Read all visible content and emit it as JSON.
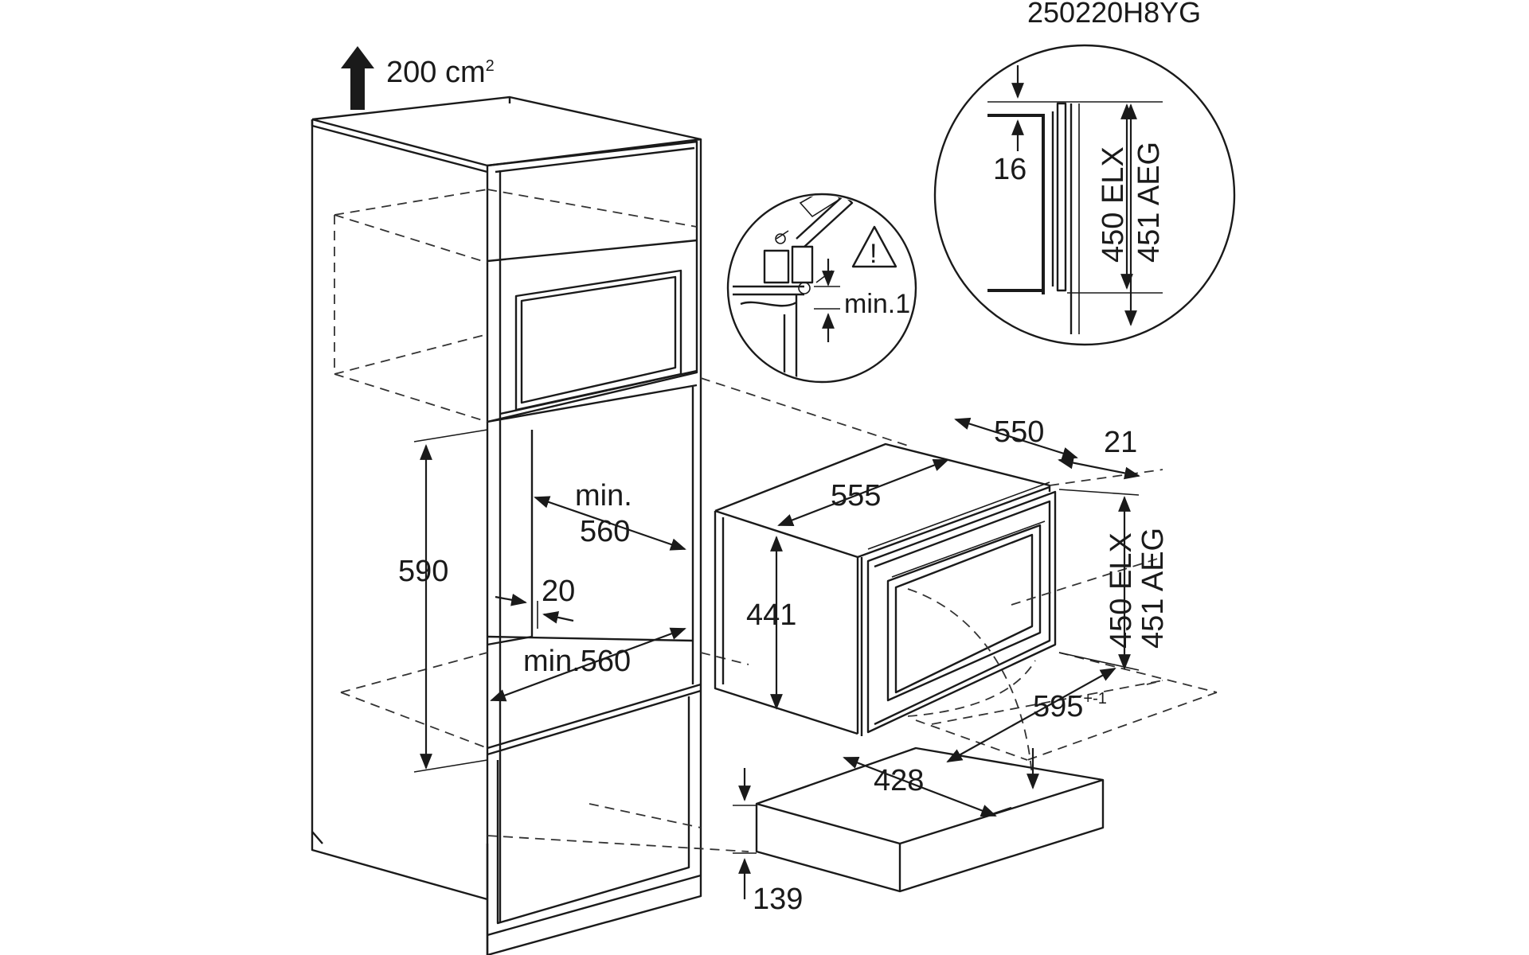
{
  "document_code": "250220H8YG",
  "ventilation": {
    "area": "200 cm",
    "exponent": "2"
  },
  "cabinet_dims": {
    "niche_height": "590",
    "niche_depth_min_line1": "min.",
    "niche_depth_min_line2": "560",
    "rear_gap": "20",
    "niche_width_min": "min.560"
  },
  "oven_dims": {
    "depth": "550",
    "door_offset": "21",
    "width": "555",
    "height_body": "441",
    "front_width": "595",
    "front_width_tolerance": "+-1",
    "door_swing": "428",
    "drawer_height": "139",
    "height_elx": "450 ELX",
    "height_aeg": "451 AEG"
  },
  "detail_circle_warning": {
    "gap": "min.1",
    "symbol": "!"
  },
  "detail_circle_trim": {
    "offset": "16",
    "height_elx": "450 ELX",
    "height_aeg": "451 AEG"
  }
}
